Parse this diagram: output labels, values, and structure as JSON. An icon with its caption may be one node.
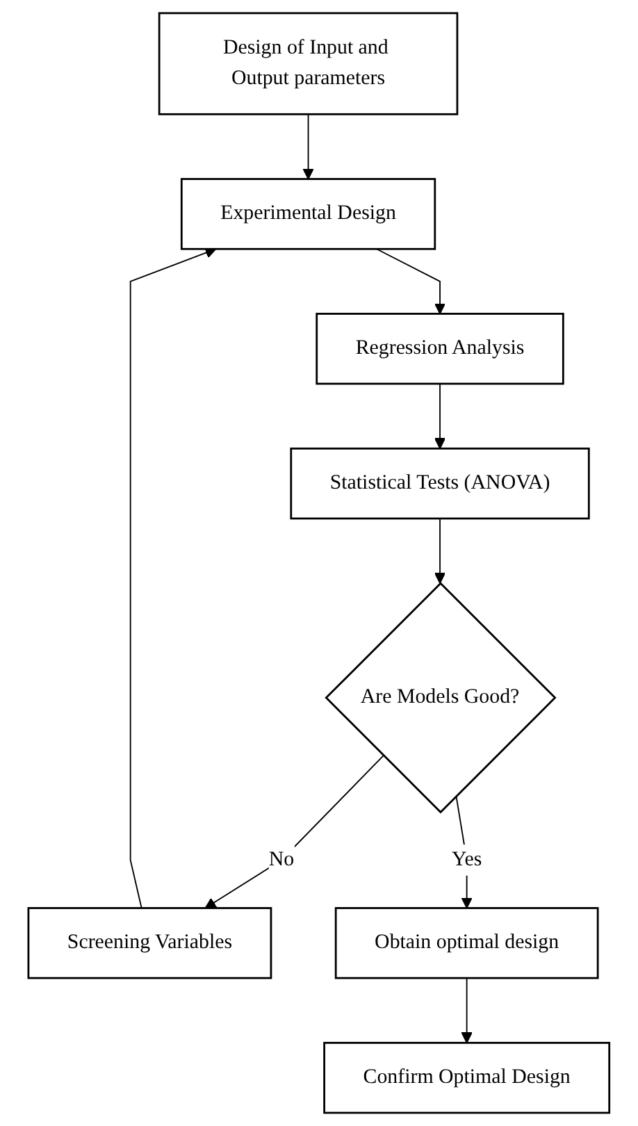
{
  "diagram": {
    "nodes": [
      {
        "text": [
          "Design of Input and Output parameters"
        ]
      },
      {
        "text": [
          "Experimental Design"
        ]
      },
      {
        "text": [
          "Regression Analysis"
        ]
      },
      {
        "text": [
          "Statistical Tests (ANOVA)"
        ]
      },
      {
        "text": [
          "Are Models Good?"
        ]
      },
      {
        "text": [
          "Screening Variables"
        ]
      },
      {
        "text": [
          "Obtain optimal design"
        ]
      },
      {
        "text": [
          "Confirm Optimal Design"
        ]
      }
    ],
    "edges": [
      {
        "from": 0,
        "to": 1,
        "arrow": "to"
      },
      {
        "from": 1,
        "to": 2,
        "arrow": "to"
      },
      {
        "from": 2,
        "to": 3,
        "arrow": "to"
      },
      {
        "from": 3,
        "to": 4,
        "arrow": "to"
      },
      {
        "from": 4,
        "to": 5,
        "label": "No",
        "arrow": "to"
      },
      {
        "from": 5,
        "to": 1,
        "arrow": "to"
      },
      {
        "from": 4,
        "to": 6,
        "label": "Yes",
        "arrow": "to"
      },
      {
        "from": 6,
        "to": 7,
        "arrow": "to"
      }
    ]
  }
}
